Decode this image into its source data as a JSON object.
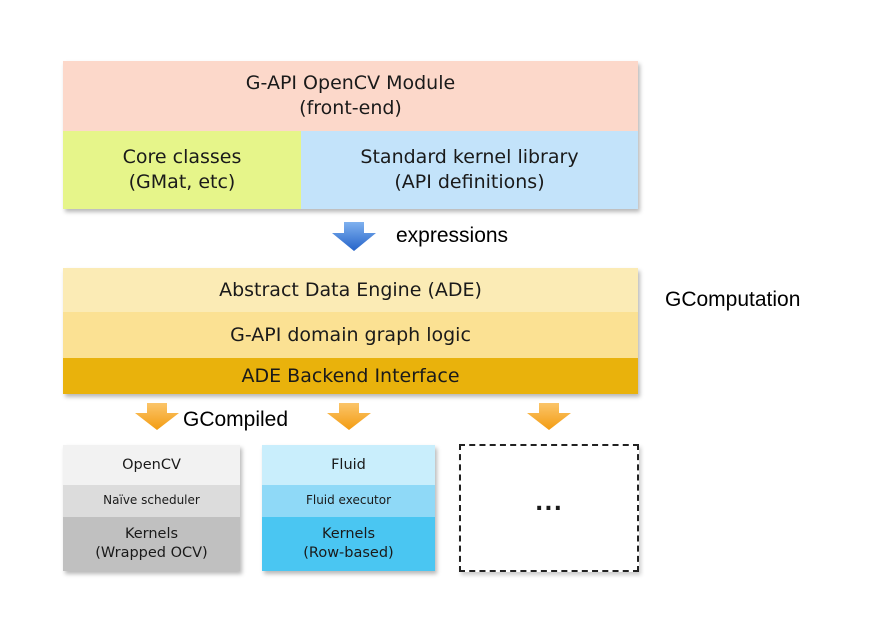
{
  "frontend": {
    "title": "G-API OpenCV Module\n(front-end)",
    "core_classes": "Core classes\n(GMat, etc)",
    "kernel_library": "Standard kernel library\n(API definitions)"
  },
  "labels": {
    "expressions": "expressions",
    "gcomputation": "GComputation",
    "gcompiled": "GCompiled"
  },
  "middle": {
    "ade": "Abstract Data Engine (ADE)",
    "graph_logic": "G-API domain graph logic",
    "backend_interface": "ADE Backend Interface"
  },
  "backends": {
    "opencv": {
      "name": "OpenCV",
      "scheduler": "Naïve scheduler",
      "kernels": "Kernels\n(Wrapped OCV)"
    },
    "fluid": {
      "name": "Fluid",
      "scheduler": "Fluid executor",
      "kernels": "Kernels\n(Row-based)"
    },
    "placeholder": "..."
  },
  "colors": {
    "frontend_header": "#fcd8ca",
    "core_classes": "#e6f58a",
    "kernel_library": "#c3e3fa",
    "ade": "#fbebb5",
    "graph_logic": "#fbe193",
    "backend_interface": "#e9b20c",
    "opencv_name": "#f2f2f2",
    "opencv_scheduler": "#dcdcdc",
    "opencv_kernels": "#c0c0c0",
    "fluid_name": "#c9eefc",
    "fluid_scheduler": "#8fd9f7",
    "fluid_kernels": "#4ac6f2",
    "blue_arrow": "#2f78d8",
    "orange_arrow": "#f6a623"
  }
}
